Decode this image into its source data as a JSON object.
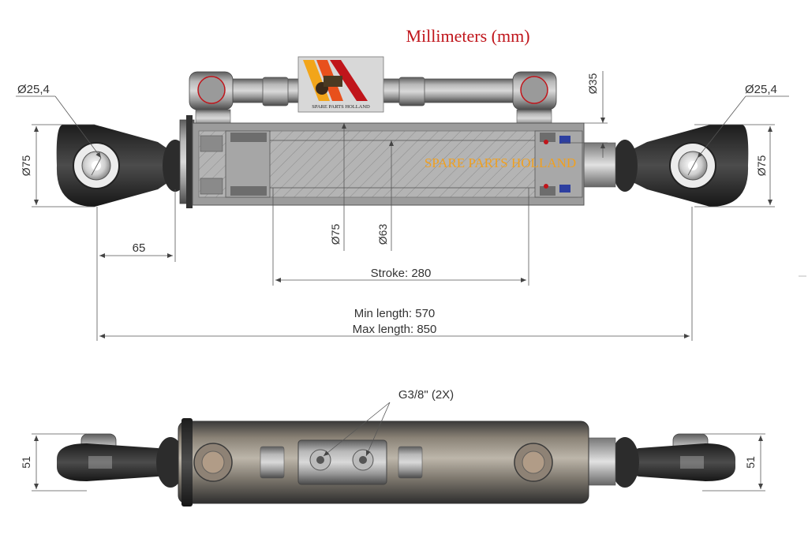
{
  "title": "Millimeters (mm)",
  "watermark": "SPARE PARTS HOLLAND",
  "logo_text": "SPARE PARTS HOLLAND",
  "colors": {
    "title": "#c0151b",
    "watermark": "#f0a020",
    "steel": "#8e8e8e",
    "dark": "#2a2a2a",
    "seal_blue": "#2d3fa0",
    "seal_red": "#c0151b"
  },
  "dimensions": {
    "left_eye_bore": "Ø25,4",
    "right_eye_bore": "Ø25,4",
    "left_eye_height": "Ø75",
    "right_eye_height": "Ø75",
    "fitting": "Ø35",
    "cylinder_bore": "Ø75",
    "rod": "Ø63",
    "offset": "65",
    "stroke": "Stroke: 280",
    "min_length": "Min length: 570",
    "max_length": "Max length: 850",
    "port": "G3/8\" (2X)",
    "left_width": "51",
    "right_width": "51"
  }
}
